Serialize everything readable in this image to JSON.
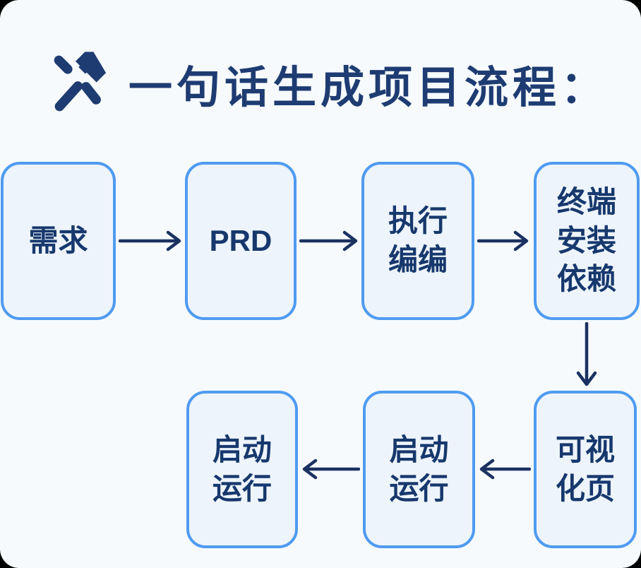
{
  "title": {
    "text": "一句话生成项目流程：",
    "icon": "hammer-pick-icon"
  },
  "flow": {
    "nodes": [
      {
        "id": "requirement",
        "label": "需求"
      },
      {
        "id": "prd",
        "label": "PRD"
      },
      {
        "id": "execute-code",
        "label": "执行\n编编"
      },
      {
        "id": "terminal-install-deps",
        "label": "终端\n安装\n依赖"
      },
      {
        "id": "visual-page",
        "label": "可视\n化页"
      },
      {
        "id": "start-run-middle",
        "label": "启动\n运行"
      },
      {
        "id": "start-run-left",
        "label": "启动\n运行"
      }
    ],
    "edges": [
      {
        "from": "requirement",
        "to": "prd",
        "direction": "right"
      },
      {
        "from": "prd",
        "to": "execute-code",
        "direction": "right"
      },
      {
        "from": "execute-code",
        "to": "terminal-install-deps",
        "direction": "right"
      },
      {
        "from": "terminal-install-deps",
        "to": "visual-page",
        "direction": "down"
      },
      {
        "from": "visual-page",
        "to": "start-run-middle",
        "direction": "left"
      },
      {
        "from": "start-run-middle",
        "to": "start-run-left",
        "direction": "left"
      }
    ]
  },
  "colors": {
    "canvas_background": "#f6fafd",
    "outside_corners": "#000000",
    "node_fill": "#edf4fb",
    "node_border": "#4f9bf0",
    "node_text": "#17386d",
    "title_text": "#1e3c72",
    "arrow": "#1b3160"
  }
}
